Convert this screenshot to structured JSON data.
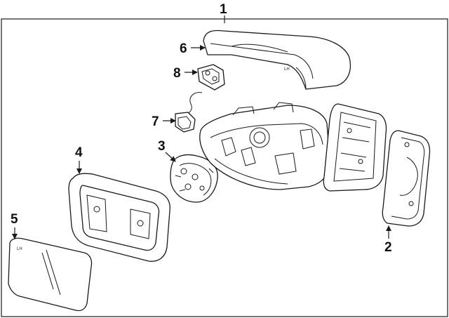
{
  "callouts": [
    {
      "id": "1",
      "label": "1"
    },
    {
      "id": "2",
      "label": "2"
    },
    {
      "id": "3",
      "label": "3"
    },
    {
      "id": "4",
      "label": "4"
    },
    {
      "id": "5",
      "label": "5"
    },
    {
      "id": "6",
      "label": "6"
    },
    {
      "id": "7",
      "label": "7"
    },
    {
      "id": "8",
      "label": "8"
    }
  ],
  "molded_marks": {
    "cover_mark": "LH",
    "glass_mark": "LH"
  },
  "colors": {
    "line": "#1a1a1a",
    "background": "#ffffff"
  }
}
